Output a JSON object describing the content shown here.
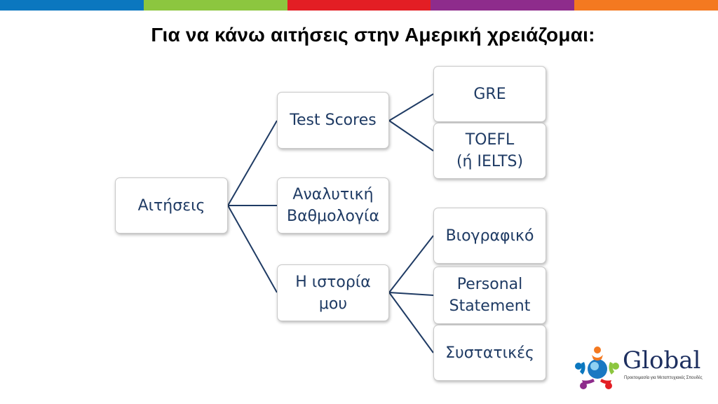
{
  "top_bar_colors": [
    "#0b77bf",
    "#8cc63f",
    "#e31e24",
    "#8e2c8c",
    "#f47920"
  ],
  "title": "Για να κάνω αιτήσεις στην Αμερική χρειάζομαι:",
  "tree": {
    "root": "Αιτήσεις",
    "level1": {
      "test_scores": "Test Scores",
      "grading": "Αναλυτική\nΒαθμολογία",
      "story": "Η ιστορία\nμου"
    },
    "level2": {
      "gre": "GRE",
      "toefl": "TOEFL\n(ή IELTS)",
      "cv": "Βιογραφικό",
      "statement": "Personal\nStatement",
      "references": "Συστατικές"
    }
  },
  "line_color": "#1f3b64",
  "logo": {
    "name": "Global",
    "subtitle": "Προετοιμασία για Μεταπτυχιακές Σπουδές"
  }
}
